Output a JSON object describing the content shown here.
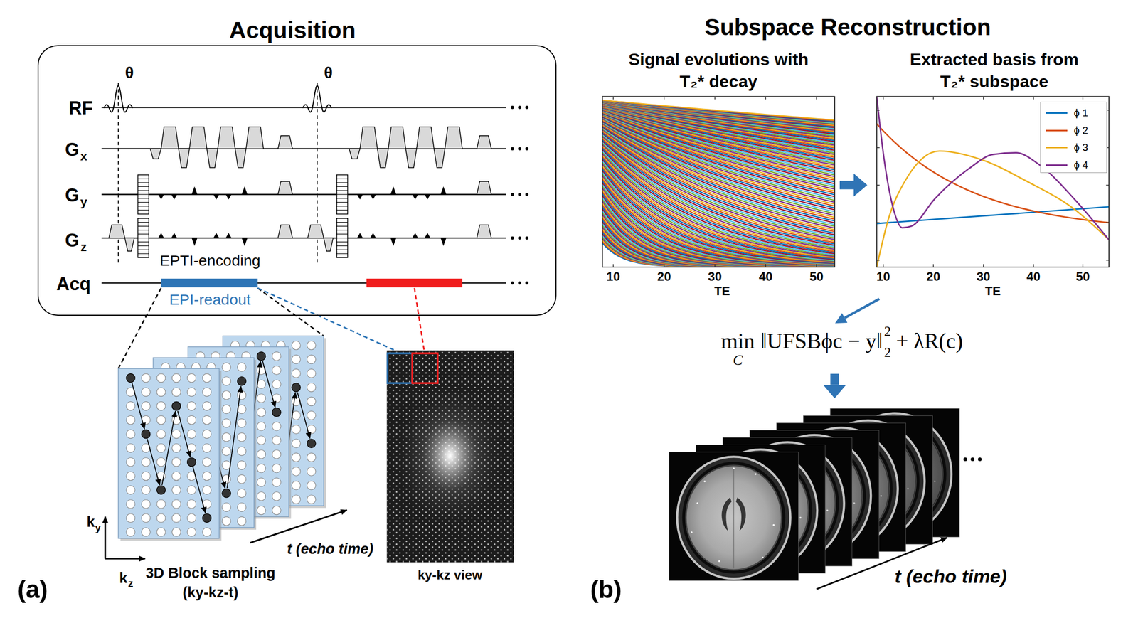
{
  "diagram": {
    "nodes": [
      {
        "text": [
          "RF",
          "G",
          "x",
          "G",
          "y",
          "G",
          "z",
          "Acq",
          "θ",
          "θ",
          "EPTI-encoding",
          "EPI-readout"
        ]
      },
      {
        "text": [
          "Signal evolutions with T₂* decay",
          "10",
          "20",
          "30",
          "40",
          "50",
          "TE"
        ]
      },
      {
        "text": [
          "Extracted basis from T₂* subspace",
          "10",
          "20",
          "30",
          "40",
          "50",
          "TE"
        ]
      },
      {
        "text": [
          "min",
          "C",
          "‖UFSBϕc − y‖",
          "2",
          "2",
          "+ λR(c)"
        ]
      },
      {
        "text": [
          "t (echo time)"
        ]
      }
    ],
    "edges": [
      {
        "from": 1,
        "to": 2,
        "arrow": "to"
      },
      {
        "from": 2,
        "to": 3,
        "arrow": "to"
      },
      {
        "from": 3,
        "to": 4,
        "arrow": "to"
      }
    ],
    "labels": [
      "Acquisition",
      "Subspace Reconstruction",
      "(a)",
      "(b)",
      "k",
      "y",
      "k",
      "z",
      "3D Block sampling",
      "(ky-kz-t)",
      "t (echo time)",
      "ky-kz view"
    ],
    "legend": [
      {
        "text": "ϕ 1",
        "color": "#0072BD"
      },
      {
        "text": "ϕ 2",
        "color": "#D95319"
      },
      {
        "text": "ϕ 3",
        "color": "#EDB120"
      },
      {
        "text": "ϕ 4",
        "color": "#7E2F8E"
      }
    ]
  }
}
